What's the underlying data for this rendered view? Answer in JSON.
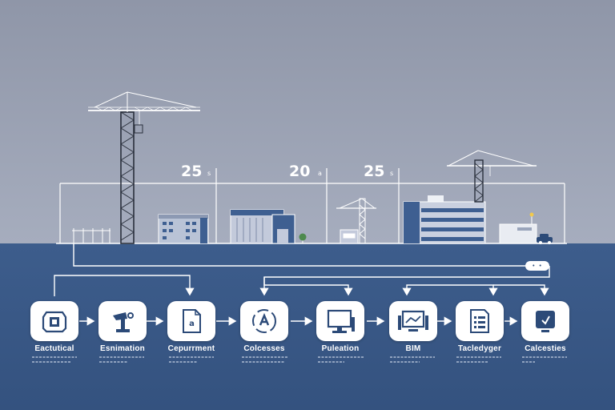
{
  "dimensions": {
    "values": [
      "25",
      "20",
      "25"
    ],
    "marks": [
      "s",
      "a",
      "s"
    ]
  },
  "end_marker": "• •",
  "steps": [
    {
      "label": "Eactutical",
      "icon": "document-stamp-icon"
    },
    {
      "label": "Esnimation",
      "icon": "hammer-icon"
    },
    {
      "label": "Cepurrment",
      "icon": "document-icon"
    },
    {
      "label": "Colcesses",
      "icon": "process-cycle-icon"
    },
    {
      "label": "Puleation",
      "icon": "monitor-icon"
    },
    {
      "label": "BIM",
      "icon": "bim-monitor-icon"
    },
    {
      "label": "Tacledyger",
      "icon": "report-icon"
    },
    {
      "label": "Calcesties",
      "icon": "tablet-icon"
    }
  ],
  "colors": {
    "sky_top": "#8f96a8",
    "sky_bottom": "#a4abbc",
    "ground": "#3b5b8a",
    "lines": "#ffffff",
    "crane": "#2c3340",
    "building_blue": "#3e5f91",
    "icon": "#2c4a78"
  }
}
